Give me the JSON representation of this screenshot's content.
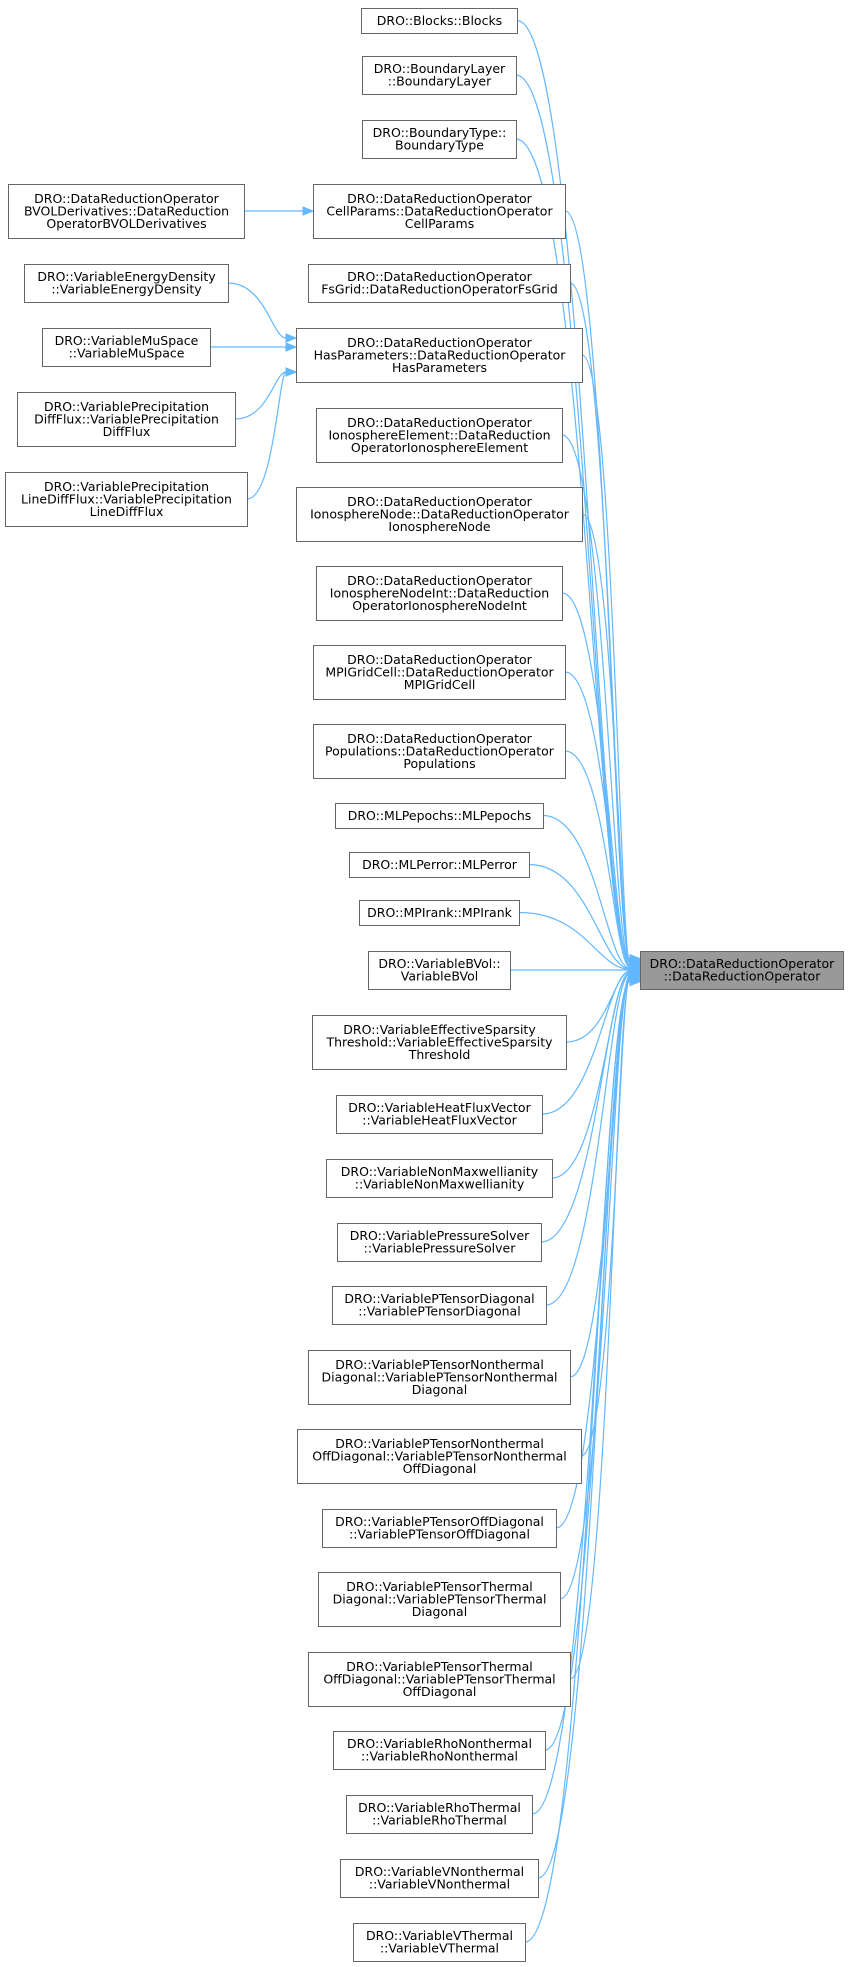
{
  "diagram": {
    "root": {
      "id": "root",
      "lines": [
        "DRO::DataReductionOperator",
        "::DataReductionOperator"
      ]
    },
    "nodes": [
      {
        "id": "blocks",
        "lines": [
          "DRO::Blocks::Blocks"
        ]
      },
      {
        "id": "boundarylayer",
        "lines": [
          "DRO::BoundaryLayer",
          "::BoundaryLayer"
        ]
      },
      {
        "id": "boundarytype",
        "lines": [
          "DRO::BoundaryType::",
          "BoundaryType"
        ]
      },
      {
        "id": "cellparams",
        "lines": [
          "DRO::DataReductionOperator",
          "CellParams::DataReductionOperator",
          "CellParams"
        ]
      },
      {
        "id": "fsgrid",
        "lines": [
          "DRO::DataReductionOperator",
          "FsGrid::DataReductionOperatorFsGrid"
        ]
      },
      {
        "id": "hasparameters",
        "lines": [
          "DRO::DataReductionOperator",
          "HasParameters::DataReductionOperator",
          "HasParameters"
        ]
      },
      {
        "id": "ionoelement",
        "lines": [
          "DRO::DataReductionOperator",
          "IonosphereElement::DataReduction",
          "OperatorIonosphereElement"
        ]
      },
      {
        "id": "iononode",
        "lines": [
          "DRO::DataReductionOperator",
          "IonosphereNode::DataReductionOperator",
          "IonosphereNode"
        ]
      },
      {
        "id": "iononodeint",
        "lines": [
          "DRO::DataReductionOperator",
          "IonosphereNodeInt::DataReduction",
          "OperatorIonosphereNodeInt"
        ]
      },
      {
        "id": "mpigridcell",
        "lines": [
          "DRO::DataReductionOperator",
          "MPIGridCell::DataReductionOperator",
          "MPIGridCell"
        ]
      },
      {
        "id": "populations",
        "lines": [
          "DRO::DataReductionOperator",
          "Populations::DataReductionOperator",
          "Populations"
        ]
      },
      {
        "id": "mlpepochs",
        "lines": [
          "DRO::MLPepochs::MLPepochs"
        ]
      },
      {
        "id": "mlperror",
        "lines": [
          "DRO::MLPerror::MLPerror"
        ]
      },
      {
        "id": "mpirank",
        "lines": [
          "DRO::MPIrank::MPIrank"
        ]
      },
      {
        "id": "bvol",
        "lines": [
          "DRO::VariableBVol::",
          "VariableBVol"
        ]
      },
      {
        "id": "effsparsity",
        "lines": [
          "DRO::VariableEffectiveSparsity",
          "Threshold::VariableEffectiveSparsity",
          "Threshold"
        ]
      },
      {
        "id": "heatflux",
        "lines": [
          "DRO::VariableHeatFluxVector",
          "::VariableHeatFluxVector"
        ]
      },
      {
        "id": "nonmaxwell",
        "lines": [
          "DRO::VariableNonMaxwellianity",
          "::VariableNonMaxwellianity"
        ]
      },
      {
        "id": "pressuresolver",
        "lines": [
          "DRO::VariablePressureSolver",
          "::VariablePressureSolver"
        ]
      },
      {
        "id": "ptensordiag",
        "lines": [
          "DRO::VariablePTensorDiagonal",
          "::VariablePTensorDiagonal"
        ]
      },
      {
        "id": "ptnonthermdiag",
        "lines": [
          "DRO::VariablePTensorNonthermal",
          "Diagonal::VariablePTensorNonthermal",
          "Diagonal"
        ]
      },
      {
        "id": "ptnonthermoff",
        "lines": [
          "DRO::VariablePTensorNonthermal",
          "OffDiagonal::VariablePTensorNonthermal",
          "OffDiagonal"
        ]
      },
      {
        "id": "ptoffdiag",
        "lines": [
          "DRO::VariablePTensorOffDiagonal",
          "::VariablePTensorOffDiagonal"
        ]
      },
      {
        "id": "ptthermdiag",
        "lines": [
          "DRO::VariablePTensorThermal",
          "Diagonal::VariablePTensorThermal",
          "Diagonal"
        ]
      },
      {
        "id": "ptthermoff",
        "lines": [
          "DRO::VariablePTensorThermal",
          "OffDiagonal::VariablePTensorThermal",
          "OffDiagonal"
        ]
      },
      {
        "id": "rhononthermal",
        "lines": [
          "DRO::VariableRhoNonthermal",
          "::VariableRhoNonthermal"
        ]
      },
      {
        "id": "rhothermal",
        "lines": [
          "DRO::VariableRhoThermal",
          "::VariableRhoThermal"
        ]
      },
      {
        "id": "vnonthermal",
        "lines": [
          "DRO::VariableVNonthermal",
          "::VariableVNonthermal"
        ]
      },
      {
        "id": "vthermal",
        "lines": [
          "DRO::VariableVThermal",
          "::VariableVThermal"
        ]
      },
      {
        "id": "bvolderiv",
        "lines": [
          "DRO::DataReductionOperator",
          "BVOLDerivatives::DataReduction",
          "OperatorBVOLDerivatives"
        ]
      },
      {
        "id": "energydensity",
        "lines": [
          "DRO::VariableEnergyDensity",
          "::VariableEnergyDensity"
        ]
      },
      {
        "id": "muspace",
        "lines": [
          "DRO::VariableMuSpace",
          "::VariableMuSpace"
        ]
      },
      {
        "id": "precipdiff",
        "lines": [
          "DRO::VariablePrecipitation",
          "DiffFlux::VariablePrecipitation",
          "DiffFlux"
        ]
      },
      {
        "id": "preciplinediff",
        "lines": [
          "DRO::VariablePrecipitation",
          "LineDiffFlux::VariablePrecipitation",
          "LineDiffFlux"
        ]
      }
    ],
    "edges": [
      {
        "from": "blocks",
        "to": "root"
      },
      {
        "from": "boundarylayer",
        "to": "root"
      },
      {
        "from": "boundarytype",
        "to": "root"
      },
      {
        "from": "cellparams",
        "to": "root"
      },
      {
        "from": "fsgrid",
        "to": "root"
      },
      {
        "from": "hasparameters",
        "to": "root"
      },
      {
        "from": "ionoelement",
        "to": "root"
      },
      {
        "from": "iononode",
        "to": "root"
      },
      {
        "from": "iononodeint",
        "to": "root"
      },
      {
        "from": "mpigridcell",
        "to": "root"
      },
      {
        "from": "populations",
        "to": "root"
      },
      {
        "from": "mlpepochs",
        "to": "root"
      },
      {
        "from": "mlperror",
        "to": "root"
      },
      {
        "from": "mpirank",
        "to": "root"
      },
      {
        "from": "bvol",
        "to": "root"
      },
      {
        "from": "effsparsity",
        "to": "root"
      },
      {
        "from": "heatflux",
        "to": "root"
      },
      {
        "from": "nonmaxwell",
        "to": "root"
      },
      {
        "from": "pressuresolver",
        "to": "root"
      },
      {
        "from": "ptensordiag",
        "to": "root"
      },
      {
        "from": "ptnonthermdiag",
        "to": "root"
      },
      {
        "from": "ptnonthermoff",
        "to": "root"
      },
      {
        "from": "ptoffdiag",
        "to": "root"
      },
      {
        "from": "ptthermdiag",
        "to": "root"
      },
      {
        "from": "ptthermoff",
        "to": "root"
      },
      {
        "from": "rhononthermal",
        "to": "root"
      },
      {
        "from": "rhothermal",
        "to": "root"
      },
      {
        "from": "vnonthermal",
        "to": "root"
      },
      {
        "from": "vthermal",
        "to": "root"
      },
      {
        "from": "bvolderiv",
        "to": "cellparams"
      },
      {
        "from": "energydensity",
        "to": "hasparameters"
      },
      {
        "from": "muspace",
        "to": "hasparameters"
      },
      {
        "from": "precipdiff",
        "to": "hasparameters"
      },
      {
        "from": "preciplinediff",
        "to": "hasparameters"
      }
    ],
    "colors": {
      "edge": "#63b8ff",
      "node_border": "#666666",
      "node_fill": "#ffffff",
      "root_fill": "#999999"
    }
  }
}
